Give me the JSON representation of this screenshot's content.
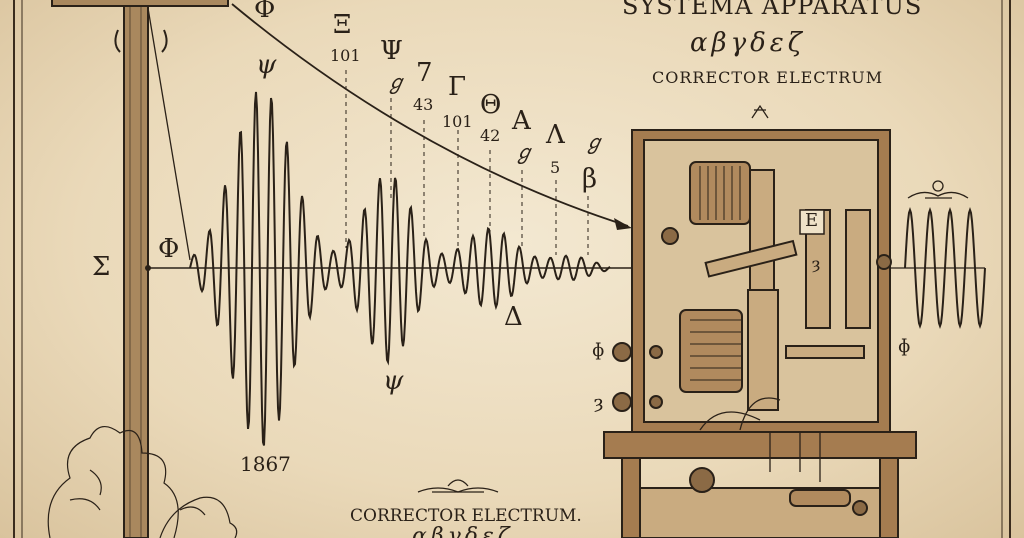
{
  "header": {
    "title": "SYSTEMA APPARATUS",
    "greek_line": "αβγδεζ",
    "subtitle": "CORRECTOR ELECTRUM"
  },
  "footer": {
    "caption": "CORRECTOR ELECTRUM.",
    "greek_line": "αβγδεζ"
  },
  "labels": {
    "sigma": "Σ",
    "phi_left": "Φ",
    "phi_top": "Φ",
    "psi_top": "ψ",
    "xi": "Ξ",
    "n101a": "101",
    "psi_upper": "Ψ",
    "g_small": "ℊ",
    "seven": "7",
    "n43": "43",
    "gamma": "Γ",
    "n101b": "101",
    "theta": "Θ",
    "n42": "42",
    "alpha": "A",
    "lambda": "Λ",
    "g_small2": "ℊ",
    "five": "5",
    "g_small3": "ℊ",
    "beta": "β",
    "delta": "Δ",
    "psi_bottom": "ψ",
    "year": "1867",
    "apparatus_letter": "E",
    "knob_glyph_1": "ɸ",
    "knob_glyph_2": "ȝ",
    "right_glyph": "ɸ",
    "inner_glyph": "ȝ"
  },
  "colors": {
    "ink": "#2a2118",
    "paper": "#efe2c8",
    "wood": "#8b6a45"
  }
}
